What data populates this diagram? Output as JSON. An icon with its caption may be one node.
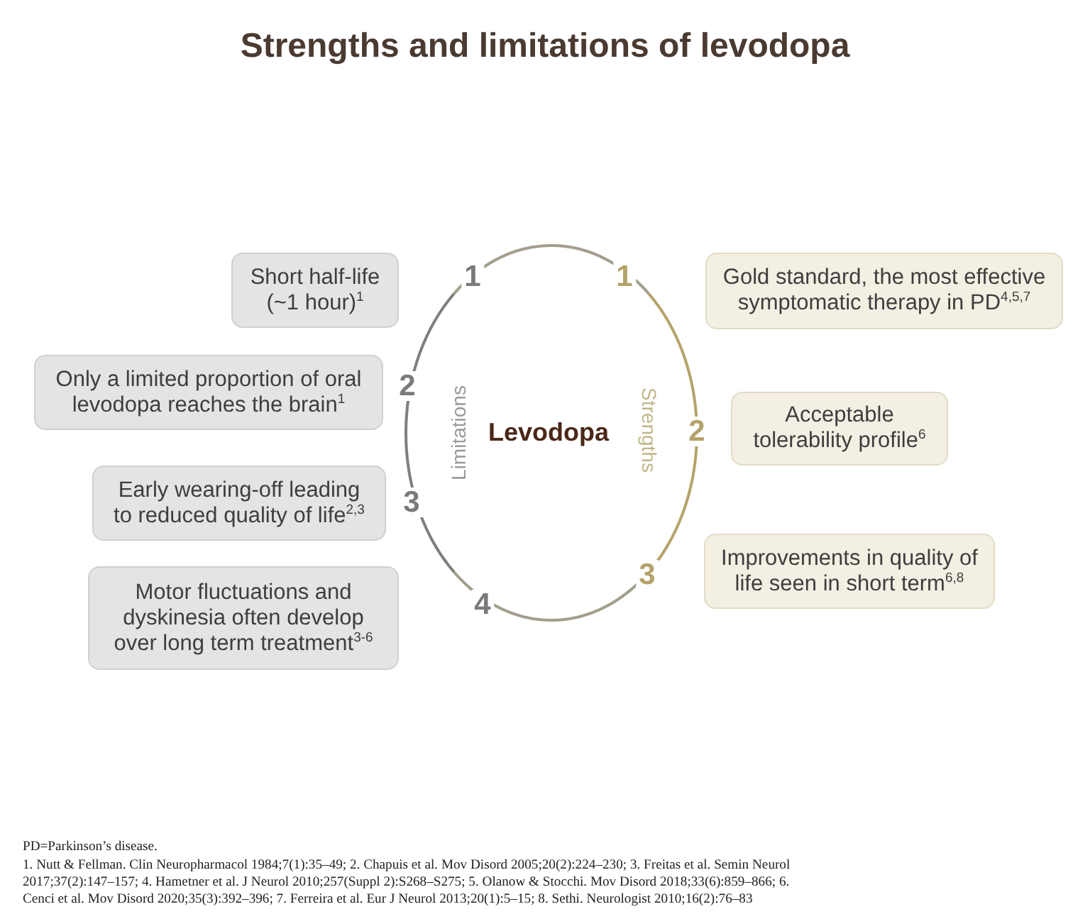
{
  "diagram": {
    "title": "Strengths and limitations of levodopa",
    "nodes": [
      {
        "text": [
          "Limitations",
          "Levodopa",
          "Strengths"
        ]
      },
      {
        "text": [
          "Short half-life (~1 hour)$^{1}$"
        ]
      },
      {
        "text": [
          "Only a limited proportion of oral levodopa reaches the brain$^{1}$"
        ]
      },
      {
        "text": [
          "Early wearing-off leading to reduced quality of life$^{2,3}$"
        ]
      },
      {
        "text": [
          "Motor fluctuations and dyskinesia often develop over long term treatment$^{3-6}$"
        ]
      },
      {
        "text": [
          "Gold standard, the most effective symptomatic therapy in PD$^{4,5,7}$"
        ]
      },
      {
        "text": [
          "Acceptable tolerability profile$^{6}$"
        ]
      },
      {
        "text": [
          "Improvements in quality of life seen in short term$^{6,8}$"
        ]
      }
    ],
    "edges": [],
    "labels": [
      "1",
      "1",
      "2",
      "2",
      "3",
      "3",
      "4",
      "PD=Parkinson’s disease.",
      "1. Nutt & Fellman. Clin Neuropharmacol 1984;7(1):35–49; 2. Chapuis et al. Mov Disord 2005;20(2):224–230; 3. Freitas et al. Semin Neurol 2017;37(2):147–157; 4. Hametner et al. J Neurol 2010;257(Suppl 2):S268–S275; 5. Olanow & Stocchi. Mov Disord 2018;33(6):859–866; 6. Cenci et al. Mov Disord 2020;35(3):392–396; 7. Ferreira et al. Eur J Neurol 2013;20(1):5–15; 8. Sethi. Neurologist 2010;16(2):76–83"
    ]
  }
}
